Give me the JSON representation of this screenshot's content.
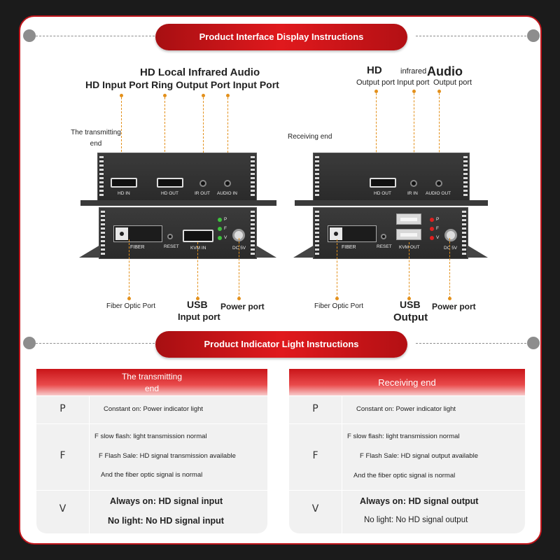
{
  "banners": {
    "interface": "Product Interface Display Instructions",
    "indicator": "Product Indicator Light Instructions"
  },
  "transmitter": {
    "end_label": "The transmitting end",
    "top_labels": {
      "line1": "HD Local Infrared Audio",
      "line2": "HD Input Port Ring Output Port Input Port"
    },
    "ports": {
      "hd_in": "HD IN",
      "hd_out": "HD OUT",
      "ir_out": "IR OUT",
      "audio_in": "AUDIO IN",
      "fiber": "FIBER",
      "reset": "RESET",
      "kvm_in": "KVM IN",
      "dc": "DC 5V",
      "led_p": "P",
      "led_f": "F",
      "led_v": "V"
    },
    "bottom_labels": {
      "fiber": "Fiber Optic Port",
      "usb_1": "USB",
      "usb_2": "Input port",
      "power": "Power port"
    }
  },
  "receiver": {
    "end_label": "Receiving end",
    "top_labels": {
      "hd": "HD",
      "hd_sub": "Output port",
      "ir": "infrared",
      "ir_sub": "Input port",
      "audio": "Audio",
      "audio_sub": "Output port"
    },
    "ports": {
      "hd_out": "HD OUT",
      "ir_in": "IR IN",
      "audio_out": "AUDIO OUT",
      "fiber": "FIBER",
      "reset": "RESET",
      "kvm_out": "KVM OUT",
      "dc": "DC 5V",
      "led_p": "P",
      "led_f": "F",
      "led_v": "V"
    },
    "bottom_labels": {
      "fiber": "Fiber Optic Port",
      "usb_1": "USB",
      "usb_2": "Output",
      "power": "Power port"
    }
  },
  "tables": {
    "left": {
      "title_1": "The transmitting",
      "title_2": "end",
      "p_key": "P",
      "p_text": "Constant on: Power indicator light",
      "f_key": "F",
      "f_text_1": "F slow flash: light transmission normal",
      "f_text_2": "F Flash Sale: HD signal transmission available",
      "f_text_3": "And the fiber optic signal is normal",
      "v_key": "V",
      "v_text_1": "Always on: HD signal input",
      "v_text_2": "No light: No HD signal input"
    },
    "right": {
      "title": "Receiving end",
      "p_key": "P",
      "p_text": "Constant on: Power indicator light",
      "f_key": "F",
      "f_text_1": "F slow flash: light transmission normal",
      "f_text_2": "F Flash Sale: HD signal output available",
      "f_text_3": "And the fiber optic signal is normal",
      "v_key": "V",
      "v_text_1": "Always on: HD signal output",
      "v_text_2": "No light: No HD signal output"
    }
  },
  "colors": {
    "accent": "#d4161b",
    "background": "#1b1b1b",
    "leader": "#e3901b",
    "led_green": "#3ec23e",
    "led_red": "#e02020"
  }
}
